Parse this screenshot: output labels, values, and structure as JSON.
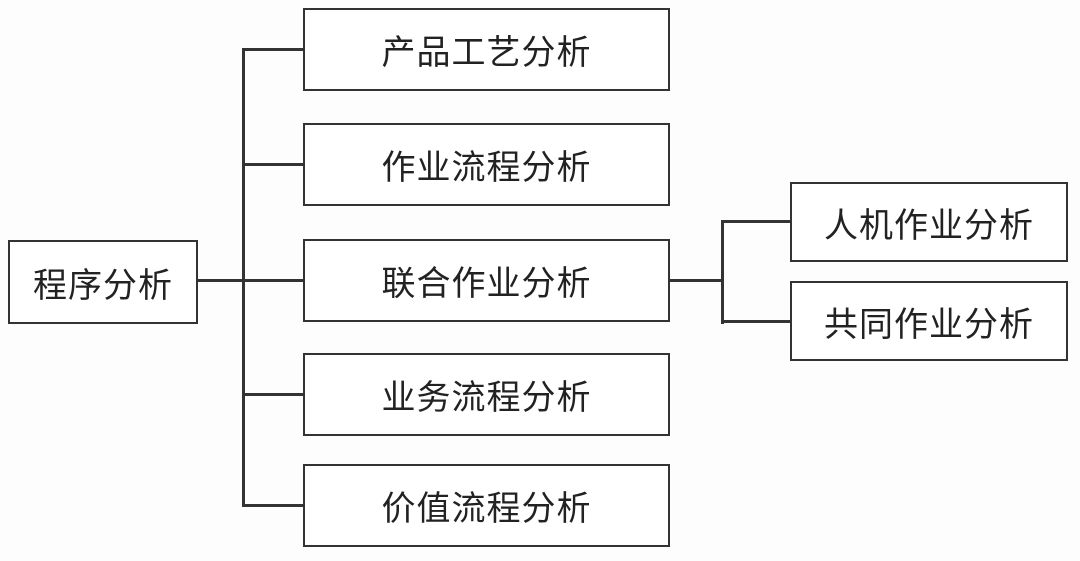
{
  "diagram": {
    "type": "tree",
    "root": {
      "label": "程序分析"
    },
    "children": [
      {
        "label": "产品工艺分析"
      },
      {
        "label": "作业流程分析"
      },
      {
        "label": "联合作业分析",
        "children": [
          {
            "label": "人机作业分析"
          },
          {
            "label": "共同作业分析"
          }
        ]
      },
      {
        "label": "业务流程分析"
      },
      {
        "label": "价值流程分析"
      }
    ],
    "colors": {
      "line": "#333333",
      "box_background": "#ffffff",
      "page_background": "#fdfdfd",
      "text": "#222222"
    }
  }
}
